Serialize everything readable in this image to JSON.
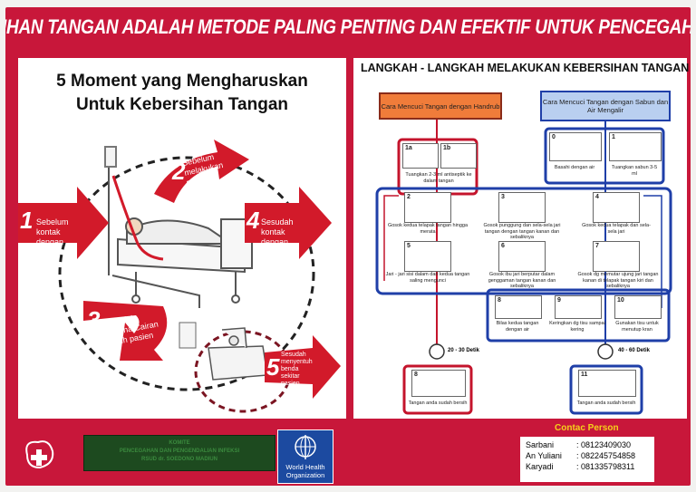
{
  "banner": {
    "title": "KEBERSIHAN TANGAN ADALAH METODE PALING PENTING DAN EFEKTIF UNTUK PENCEGAH INFEKSI"
  },
  "left": {
    "title_line1": "5 Moment yang Mengharuskan",
    "title_line2": "Untuk Kebersihan Tangan",
    "moments": [
      {
        "num": "1",
        "text": "Sebelum kontak dengan pasien"
      },
      {
        "num": "2",
        "text": "Sebelum melakukan prosedur tindakan"
      },
      {
        "num": "3",
        "text": "Sesudah terkena Cairan tubuh pasien"
      },
      {
        "num": "4",
        "text": "Sesudah kontak dengan pasien"
      },
      {
        "num": "5",
        "text": "Sesudah menyentuh benda sekitar pasien"
      }
    ]
  },
  "right": {
    "title": "LANGKAH - LANGKAH MELAKUKAN KEBERSIHAN TANGAN",
    "handrub_header": "Cara Mencuci Tangan dengan Handrub",
    "soap_header": "Cara Mencuci Tangan dengan Sabun dan Air Mengalir",
    "handrub_steps": [
      {
        "num": "1a",
        "caption": ""
      },
      {
        "num": "1b",
        "caption": "Tuangkan 2-3 ml antiseptik ke dalam tangan"
      }
    ],
    "soap_steps": [
      {
        "num": "0",
        "caption": "Basahi dengan air"
      },
      {
        "num": "1",
        "caption": "Tuangkan sabun 3-5 ml"
      }
    ],
    "common_steps": [
      {
        "num": "2",
        "caption": "Gosok kedua telapak tangan hingga merata"
      },
      {
        "num": "3",
        "caption": "Gosok punggung dan sela-sela jari tangan dengan tangan kanan dan sebaliknya"
      },
      {
        "num": "4",
        "caption": "Gosok kedua telapak dan sela-sela jari"
      },
      {
        "num": "5",
        "caption": "Jari - jari sisi dalam dari kedua tangan saling mengunci"
      },
      {
        "num": "6",
        "caption": "Gosok ibu jari berputar dalam genggaman tangan kanan dan sebaliknya"
      },
      {
        "num": "7",
        "caption": "Gosok dg memutar ujung jari tangan kanan di telapak tangan kiri dan sebaliknya"
      }
    ],
    "rinse_steps": [
      {
        "num": "8",
        "caption": "Bilas kedua tangan dengan air"
      },
      {
        "num": "9",
        "caption": "Keringkan dg tisu sampai kering"
      },
      {
        "num": "10",
        "caption": "Gunakan tisu untuk menutup kran"
      }
    ],
    "handrub_time": "20 - 30 Detik",
    "soap_time": "40 - 60 Detik",
    "final_left": {
      "num": "8",
      "caption": "Tangan anda sudah bersih"
    },
    "final_right": {
      "num": "11",
      "caption": "Tangan anda sudah bersih"
    }
  },
  "footer": {
    "committee_line1": "KOMITE",
    "committee_line2": "PENCEGAHAN DAN PENGENDALIAN INFEKSI",
    "committee_line3": "RSUD dr. SOEDONO MADIUN",
    "who_line1": "World Health",
    "who_line2": "Organization",
    "contact_title": "Contac Person",
    "contacts": [
      {
        "name": "Sarbani",
        "phone": ": 08123409030"
      },
      {
        "name": "An Yuliani",
        "phone": ": 082245754858"
      },
      {
        "name": "Karyadi",
        "phone": ": 081335798311"
      }
    ]
  },
  "colors": {
    "poster_red": "#c8173a",
    "arrow_red": "#d21a2a",
    "handrub_orange": "#f07c3a",
    "soap_blue": "#1f3fa8",
    "flow_red": "#c4142c",
    "committee_green": "#1d4a1f"
  }
}
